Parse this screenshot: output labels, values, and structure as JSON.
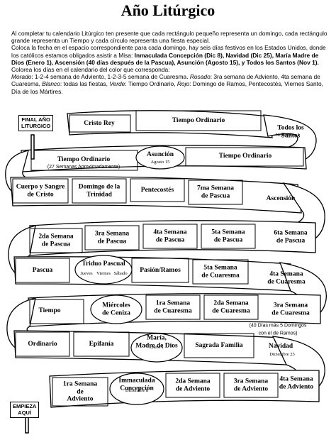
{
  "title": "Año Litúrgico",
  "intro": {
    "p1_part1": "Al completar tu calendario Litúrgico ten presente que cada rectángulo pequeño representa un domingo, cada rectángulo grande representa un Tiempo y cada círculo representa una fiesta especial.",
    "p2_part1": "Coloca la fecha en el espacio correspondiente para cada domingo, hay seis días festivos en los Estados Unidos, donde los católicos estamos obligados asistir a Misa: ",
    "p2_bold": "Inmaculada Concepción (Dic 8), Navidad (Dic 25), María Madre de Dios (Enero 1), Ascensión (40 días después de la Pascua), Asunción (Agosto 15), y Todos los Santos (Nov 1).",
    "p3_part1": "Colorea los días en el calendario del color que corresponda:",
    "p3_morado_label": "Morado",
    "p3_morado": ": 1-2-4 semana de Adviento, 1-2-3-5 semana de Cuaresma. ",
    "p3_rosado_label": "Rosado",
    "p3_rosado": ": 3ra semana de Adviento, 4ta semana de Cuaresma, ",
    "p3_blanco_label": "Blanco",
    "p3_blanco": ": todas las fiestas, ",
    "p3_verde_label": "Verde",
    "p3_verde": ": Tiempo Ordinario, ",
    "p3_rojo_label": "Rojo",
    "p3_rojo": ": Domingo de Ramos, Pentecostés, Viernes Santo, Día de los Mártires."
  },
  "signs": {
    "final": "FINAL AÑO\nLITURGICO",
    "empieza": "EMPIEZA\nAQUÍ"
  },
  "track": {
    "row1": [
      "Cristo Rey",
      "Tiempo Ordinario"
    ],
    "todos_santos": {
      "title": "Todos los\nSantos",
      "date": "Noviembre 1"
    },
    "row2_left": {
      "title": "Tiempo Ordinario",
      "note": "(27 Semanas Aproximadamente)"
    },
    "asuncion": {
      "title": "Asunción",
      "date": "Agosto 15"
    },
    "row2_right": "Tiempo Ordinario",
    "row3": [
      "Cuerpo y Sangre\nde Cristo",
      "Domingo de la\nTrinidad",
      "Pentecostés",
      "7ma Semana\nde Pascua",
      "Ascensión"
    ],
    "row4": [
      "2da Semana\nde Pascua",
      "3ra Semana\nde Pascua",
      "4ta Semana\nde Pascua",
      "5ta Semana\nde Pascua",
      "6ta Semana\nde Pascua"
    ],
    "row5_left": "Pascua",
    "triduo": {
      "title": "Triduo Pascual",
      "days": [
        "Jueves",
        "Viernes",
        "Sábado"
      ]
    },
    "row5": [
      "Pasión/Ramos",
      "5ta Semana\nde Cuaresma",
      "4ta Semana\nde Cuaresma"
    ],
    "row6_left": "Tiempo",
    "miercoles": "Miércoles\nde Ceniza",
    "row6": [
      "1ra Semana\nde Cuaresma",
      "2da Semana\nde Cuaresma",
      "3ra Semana\nde Cuaresma"
    ],
    "note_cuaresma": "(40 Días más 5 Domingos con el de Ramos)",
    "row7_left": "Ordinario",
    "row7": [
      "Epifanía",
      "Sagrada Familia"
    ],
    "maria": {
      "title": "María,\nMadre de Dios",
      "date": "Enero 1"
    },
    "navidad": {
      "title": "Navidad",
      "date": "Diciembre 25"
    },
    "row8": [
      "1ra Semana\nde\nAdviento",
      "2da Semana\nde Adviento",
      "3ra Semana\nde Adviento",
      "4ta Semana\nde Adviento"
    ],
    "inmaculada": {
      "title": "Immaculada\nConcepción",
      "date": "Diciembre 8"
    }
  }
}
